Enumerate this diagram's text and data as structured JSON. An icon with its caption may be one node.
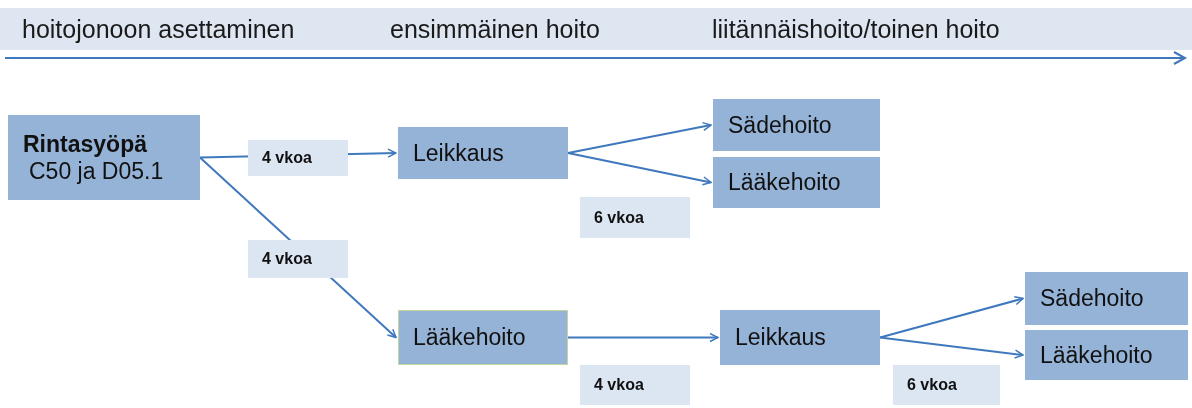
{
  "diagram": {
    "nodes": [
      {
        "text": [
          "Rintasyöpä",
          "C50 ja D05.1"
        ]
      },
      {
        "text": [
          "Leikkaus"
        ]
      },
      {
        "text": [
          "Sädehoito"
        ]
      },
      {
        "text": [
          "Lääkehoito"
        ]
      },
      {
        "text": [
          "Lääkehoito"
        ]
      },
      {
        "text": [
          "Leikkaus"
        ]
      },
      {
        "text": [
          "Sädehoito"
        ]
      },
      {
        "text": [
          "Lääkehoito"
        ]
      }
    ],
    "edges": [
      {
        "from": 0,
        "to": 1,
        "arrow": "to",
        "label": "4 vkoa"
      },
      {
        "from": 0,
        "to": 4,
        "arrow": "to",
        "label": "4 vkoa"
      },
      {
        "from": 1,
        "to": 2,
        "arrow": "to"
      },
      {
        "from": 1,
        "to": 3,
        "arrow": "to"
      },
      {
        "from": 4,
        "to": 5,
        "arrow": "to"
      },
      {
        "from": 5,
        "to": 6,
        "arrow": "to"
      },
      {
        "from": 5,
        "to": 7,
        "arrow": "to"
      }
    ],
    "labels": [
      "hoitojonoon asettaminen",
      "ensimmäinen hoito",
      "liitännäishoito/toinen hoito",
      "6 vkoa",
      "4 vkoa",
      "6 vkoa"
    ]
  }
}
